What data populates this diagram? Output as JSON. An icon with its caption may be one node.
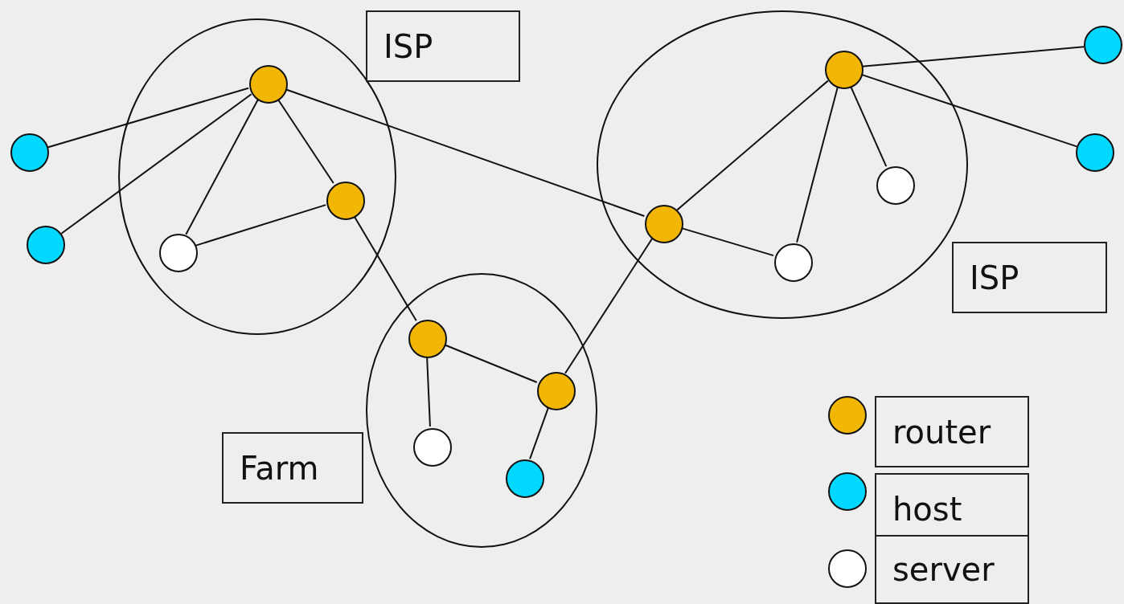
{
  "diagram": {
    "nodes": [
      {
        "text": [],
        "shape": "ellipse"
      },
      {
        "text": [],
        "shape": "circle",
        "in": 0
      },
      {
        "text": [],
        "shape": "circle",
        "in": 0
      },
      {
        "text": [],
        "shape": "circle",
        "in": 0
      },
      {
        "text": [
          "ISP"
        ]
      },
      {
        "text": [],
        "shape": "circle"
      },
      {
        "text": [],
        "shape": "circle"
      },
      {
        "text": [],
        "shape": "ellipse"
      },
      {
        "text": [],
        "shape": "circle",
        "in": 7
      },
      {
        "text": [],
        "shape": "circle",
        "in": 7
      },
      {
        "text": [],
        "shape": "circle",
        "in": 7
      },
      {
        "text": [],
        "shape": "circle",
        "in": 7
      },
      {
        "text": [],
        "shape": "circle"
      },
      {
        "text": [],
        "shape": "circle"
      },
      {
        "text": [
          "ISP"
        ]
      },
      {
        "text": [],
        "shape": "ellipse"
      },
      {
        "text": [],
        "shape": "circle",
        "in": 15
      },
      {
        "text": [],
        "shape": "circle",
        "in": 15
      },
      {
        "text": [],
        "shape": "circle",
        "in": 15
      },
      {
        "text": [],
        "shape": "circle",
        "in": 15
      },
      {
        "text": [
          "Farm"
        ]
      }
    ],
    "edges": [
      {
        "from": 5,
        "to": 1,
        "arrow": "none"
      },
      {
        "from": 6,
        "to": 1,
        "arrow": "none"
      },
      {
        "from": 1,
        "to": 3,
        "arrow": "none"
      },
      {
        "from": 1,
        "to": 2,
        "arrow": "none"
      },
      {
        "from": 2,
        "to": 3,
        "arrow": "none"
      },
      {
        "from": 1,
        "to": 9,
        "arrow": "none"
      },
      {
        "from": 2,
        "to": 16,
        "arrow": "none"
      },
      {
        "from": 16,
        "to": 18,
        "arrow": "none"
      },
      {
        "from": 16,
        "to": 17,
        "arrow": "none"
      },
      {
        "from": 17,
        "to": 19,
        "arrow": "none"
      },
      {
        "from": 17,
        "to": 9,
        "arrow": "none"
      },
      {
        "from": 9,
        "to": 8,
        "arrow": "none"
      },
      {
        "from": 9,
        "to": 11,
        "arrow": "none"
      },
      {
        "from": 8,
        "to": 11,
        "arrow": "none"
      },
      {
        "from": 8,
        "to": 10,
        "arrow": "none"
      },
      {
        "from": 8,
        "to": 12,
        "arrow": "none"
      },
      {
        "from": 8,
        "to": 13,
        "arrow": "none"
      }
    ],
    "legend": [
      {
        "text": "router",
        "color": "#f2b705"
      },
      {
        "text": "host",
        "color": "#00d8ff"
      },
      {
        "text": "server",
        "color": "#ffffff"
      }
    ]
  }
}
